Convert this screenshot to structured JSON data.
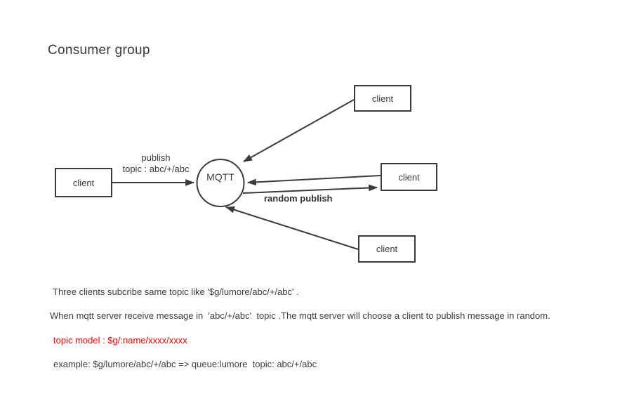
{
  "title": "Consumer group",
  "diagram": {
    "broker": {
      "label": "MQTT"
    },
    "clients": [
      {
        "position": "top",
        "label": "client"
      },
      {
        "position": "left",
        "label": "client"
      },
      {
        "position": "right",
        "label": "client"
      },
      {
        "position": "bottom",
        "label": "client"
      }
    ],
    "edges": {
      "publish_label_line1": "publish",
      "publish_label_line2": "topic : abc/+/abc",
      "random_publish_label": "random publish"
    }
  },
  "notes": [
    {
      "text": "Three clients subcribe same topic like '$g/lumore/abc/+/abc' ."
    },
    {
      "text": "When mqtt server receive message in  'abc/+/abc'  topic .The mqtt server will choose a client to publish message in random."
    },
    {
      "text": "topic model : $g/:name/xxxx/xxxx"
    },
    {
      "text": "example: $g/lumore/abc/+/abc => queue:lumore  topic: abc/+/abc"
    }
  ],
  "colors": {
    "stroke": "#3b3b3b",
    "text": "#3d3d3d",
    "highlight_red": "#ff0000",
    "background": "#ffffff"
  }
}
